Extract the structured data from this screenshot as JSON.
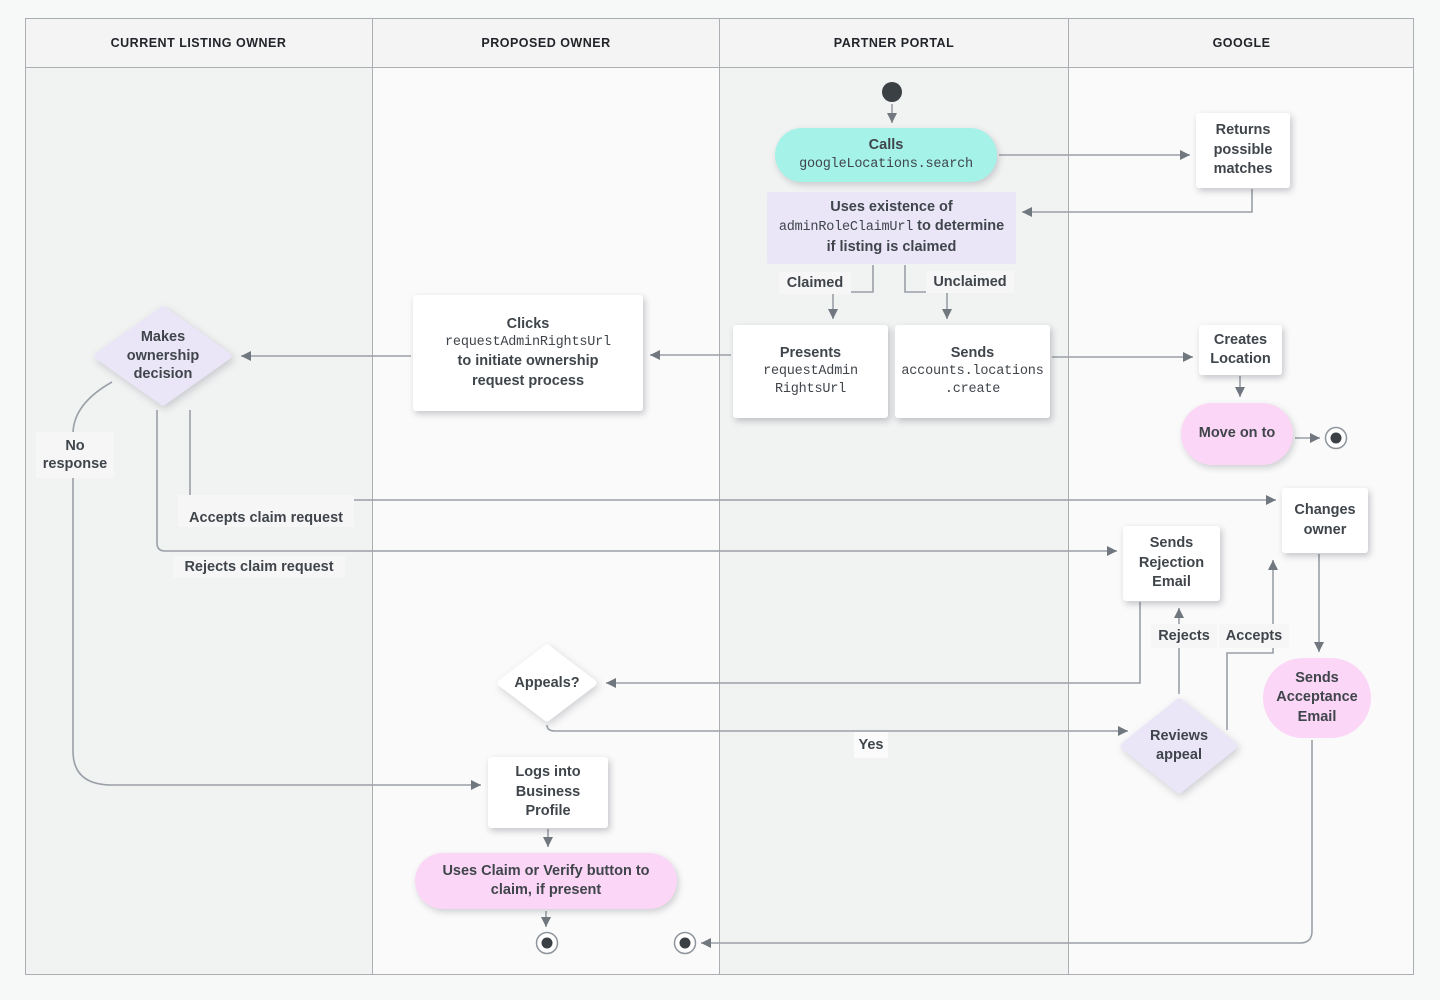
{
  "lanes": [
    {
      "title": "CURRENT LISTING OWNER"
    },
    {
      "title": "PROPOSED OWNER"
    },
    {
      "title": "PARTNER PORTAL"
    },
    {
      "title": "GOOGLE"
    }
  ],
  "nodes": {
    "calls": {
      "title": "Calls",
      "code": "googleLocations.search"
    },
    "returns_matches": {
      "text": "Returns possible matches"
    },
    "uses_existence": {
      "pre": "Uses existence of",
      "code": "adminRoleClaimUrl",
      "post": "to determine if listing is claimed"
    },
    "presents": {
      "title": "Presents",
      "code_line1": "requestAdmin",
      "code_line2": "RightsUrl"
    },
    "sends_create": {
      "title": "Sends",
      "code_line1": "accounts.locations",
      "code_line2": ".create"
    },
    "creates_location": {
      "text": "Creates Location"
    },
    "move_on": {
      "text": "Move on to"
    },
    "clicks": {
      "title": "Clicks",
      "code": "requestAdminRightsUrl",
      "post": "to initiate ownership request process"
    },
    "makes_decision": {
      "text": "Makes ownership decision"
    },
    "changes_owner": {
      "text": "Changes owner"
    },
    "sends_rejection": {
      "text": "Sends Rejection Email"
    },
    "appeals": {
      "text": "Appeals?"
    },
    "reviews_appeal": {
      "text": "Reviews appeal"
    },
    "sends_acceptance": {
      "text": "Sends Acceptance Email"
    },
    "logs_into": {
      "text": "Logs into Business Profile"
    },
    "uses_claim": {
      "text": "Uses Claim or Verify button to claim, if present"
    }
  },
  "edge_labels": {
    "claimed": "Claimed",
    "unclaimed": "Unclaimed",
    "no_response": "No response",
    "accepts_claim": "Accepts claim request",
    "rejects_claim": "Rejects claim request",
    "rejects": "Rejects",
    "accepts": "Accepts",
    "yes": "Yes"
  },
  "colors": {
    "teal": "#a5f2e9",
    "pink": "#fbd6f6",
    "lavender": "#eae6f8",
    "line": "#9aa0a7",
    "text": "#3f454b"
  }
}
